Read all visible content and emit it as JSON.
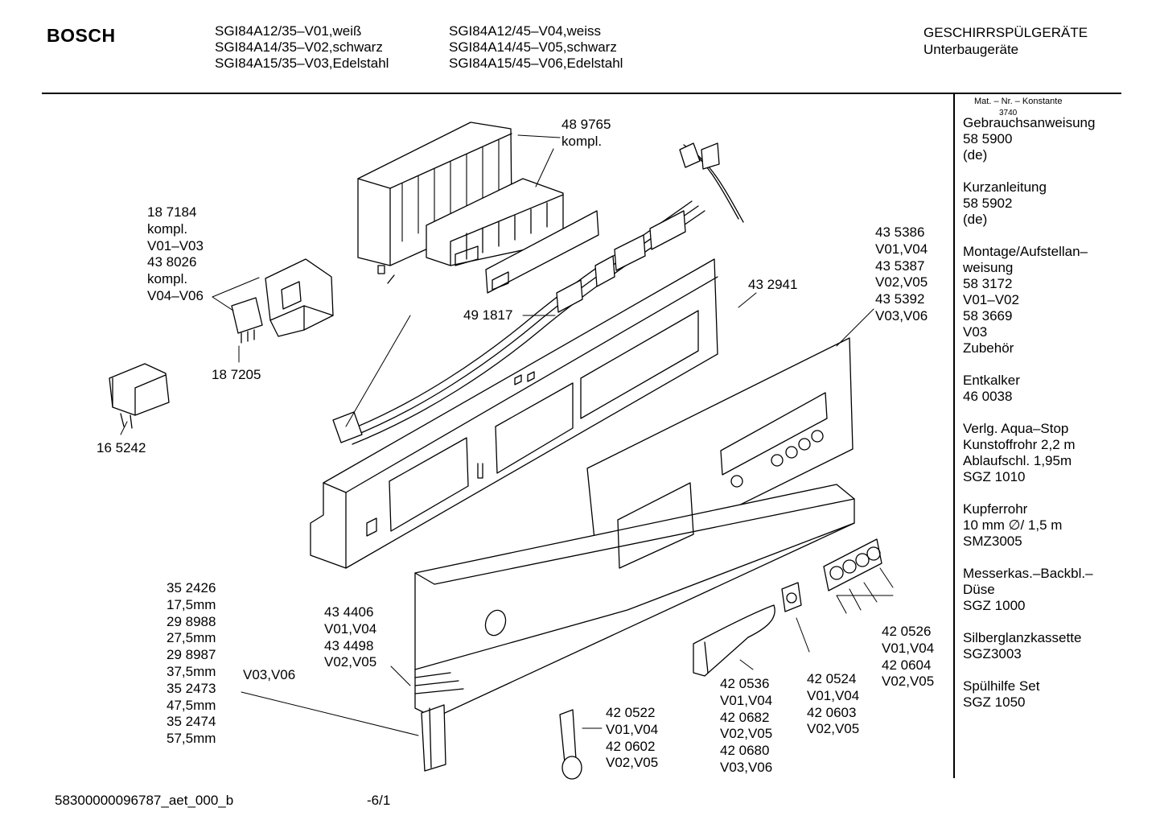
{
  "header": {
    "brand": "BOSCH",
    "models_col1": [
      "SGI84A12/35–V01,weiß",
      "SGI84A14/35–V02,schwarz",
      "SGI84A15/35–V03,Edelstahl"
    ],
    "models_col2": [
      "SGI84A12/45–V04,weiss",
      "SGI84A14/45–V05,schwarz",
      "SGI84A15/45–V06,Edelstahl"
    ],
    "category": "GESCHIRRSPÜLGERÄTE",
    "subcategory": "Unterbaugeräte"
  },
  "sidebar": {
    "header": "Mat. – Nr. – Konstante",
    "constant": "3740",
    "groups": [
      {
        "lines": [
          "Gebrauchsanweisung",
          "58 5900",
          "(de)"
        ]
      },
      {
        "lines": [
          "Kurzanleitung",
          "58 5902",
          "(de)"
        ]
      },
      {
        "lines": [
          "Montage/Aufstellan–",
          "weisung",
          "58 3172",
          "V01–V02",
          "58 3669",
          "V03",
          "Zubehör"
        ]
      },
      {
        "lines": [
          "Entkalker",
          "46 0038"
        ]
      },
      {
        "lines": [
          "Verlg. Aqua–Stop",
          "Kunstoffrohr 2,2 m",
          "Ablaufschl. 1,95m",
          "SGZ 1010"
        ]
      },
      {
        "lines": [
          "Kupferrohr",
          "10 mm ∅/ 1,5 m",
          "SMZ3005"
        ]
      },
      {
        "lines": [
          "Messerkas.–Backbl.–",
          "Düse",
          "SGZ 1000"
        ]
      },
      {
        "lines": [
          "Silberglanzkassette",
          "SGZ3003"
        ]
      },
      {
        "lines": [
          "Spülhilfe Set",
          "SGZ 1050"
        ]
      }
    ]
  },
  "labels": {
    "p489765": [
      "48 9765",
      "kompl."
    ],
    "p187184": [
      "18 7184",
      "kompl.",
      "V01–V03",
      "43 8026",
      "kompl.",
      "V04–V06"
    ],
    "p187205": [
      "18 7205"
    ],
    "p165242": [
      "16 5242"
    ],
    "p491817": [
      "49 1817"
    ],
    "p432941": [
      "43 2941"
    ],
    "p435386": [
      "43 5386",
      "V01,V04",
      "43 5387",
      "V02,V05",
      "43 5392",
      "V03,V06"
    ],
    "p352426": [
      "35 2426",
      "17,5mm",
      "29 8988",
      "27,5mm",
      "29 8987",
      "37,5mm",
      "35 2473",
      "47,5mm",
      "35 2474",
      "57,5mm"
    ],
    "v03v06": [
      "V03,V06"
    ],
    "p434406": [
      "43 4406",
      "V01,V04",
      "43 4498",
      "V02,V05"
    ],
    "p420522": [
      "42 0522",
      "V01,V04",
      "42 0602",
      "V02,V05"
    ],
    "p420536": [
      "42 0536",
      "V01,V04",
      "42 0682",
      "V02,V05",
      "42 0680",
      "V03,V06"
    ],
    "p420524": [
      "42 0524",
      "V01,V04",
      "42 0603",
      "V02,V05"
    ],
    "p420526": [
      "42 0526",
      "V01,V04",
      "42 0604",
      "V02,V05"
    ]
  },
  "footer": {
    "doc_id": "58300000096787_aet_000_b",
    "page": "-6/1"
  }
}
